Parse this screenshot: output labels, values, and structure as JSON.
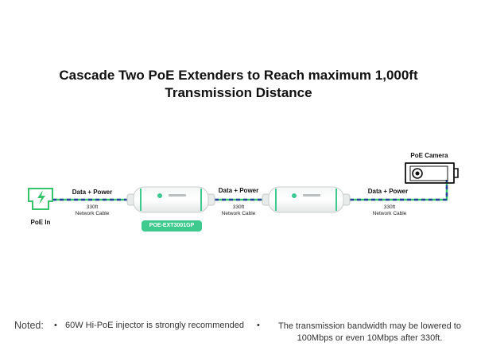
{
  "title": {
    "line1": "Cascade Two PoE Extenders to Reach maximum 1,000ft",
    "line2": "Transmission Distance"
  },
  "diagram": {
    "poe_in_label": "PoE In",
    "camera_label": "PoE Camera",
    "extender_model": "POE-EXT3001GP",
    "segments": [
      {
        "top": "Data + Power",
        "distance": "330ft",
        "cable": "Network Cable"
      },
      {
        "top": "Data + Power",
        "distance": "330ft",
        "cable": "Network Cable"
      },
      {
        "top": "Data + Power",
        "distance": "330ft",
        "cable": "Network Cable"
      }
    ],
    "colors": {
      "accent": "#3ec98f",
      "cable_blue": "#2a3f9e",
      "cable_green": "#35c46b"
    }
  },
  "notes": {
    "heading": "Noted:",
    "items": [
      "60W Hi-PoE injector is strongly recommended",
      "The transmission bandwidth may be lowered to 100Mbps or even 10Mbps after 330ft."
    ]
  }
}
